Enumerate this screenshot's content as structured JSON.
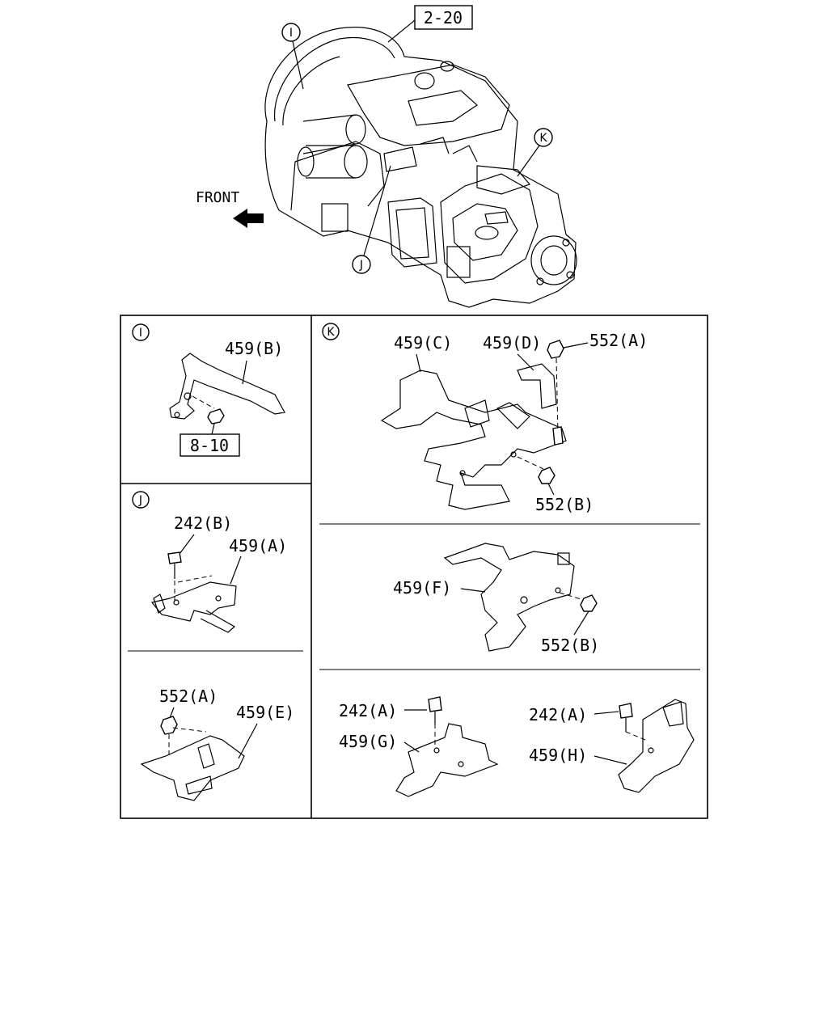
{
  "diagram": {
    "ref_box": "2-20",
    "front_label": "FRONT",
    "callouts": {
      "I": "I",
      "J": "J",
      "K": "K"
    },
    "panel_I": {
      "id": "I",
      "parts": [
        "459(B)",
        "8-10"
      ]
    },
    "panel_J_top": {
      "id": "J",
      "parts": [
        "242(B)",
        "459(A)"
      ]
    },
    "panel_J_bottom": {
      "parts": [
        "552(A)",
        "459(E)"
      ]
    },
    "panel_K_top": {
      "id": "K",
      "parts": [
        "459(C)",
        "459(D)",
        "552(A)",
        "552(B)"
      ]
    },
    "panel_K_mid": {
      "parts": [
        "459(F)",
        "552(B)"
      ]
    },
    "panel_K_bottom": {
      "parts": [
        "242(A)",
        "459(G)",
        "242(A)",
        "459(H)"
      ]
    }
  }
}
